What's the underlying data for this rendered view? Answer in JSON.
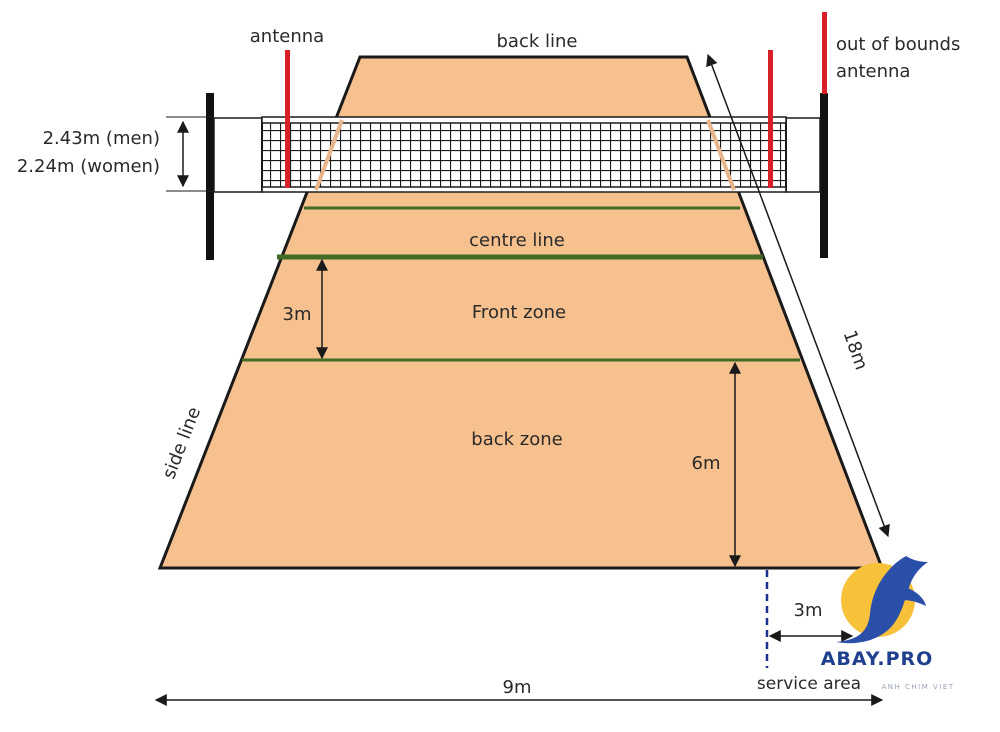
{
  "labels": {
    "antenna": "antenna",
    "back_line": "back line",
    "out_of_bounds_line1": "out of bounds",
    "out_of_bounds_line2": "antenna",
    "net_height_men": "2.43m (men)",
    "net_height_women": "2.24m (women)",
    "centre_line": "centre line",
    "front_zone": "Front zone",
    "front_zone_depth": "3m",
    "back_zone": "back zone",
    "back_zone_depth": "6m",
    "side_line": "side line",
    "court_length": "18m",
    "court_width": "9m",
    "service_area_width": "3m",
    "service_area": "service area"
  },
  "logo": {
    "name": "ABAY.PRO",
    "tagline": "ANH CHIM VIET"
  },
  "colors": {
    "court": "#f6c08f",
    "court_border": "#1a1a1a",
    "zone_lines": "#3f6b24",
    "antenna": "#d8202a",
    "net": "#1a1a1a",
    "service_dash": "#1f2f8f",
    "logo_sun": "#f7c13a",
    "logo_bird": "#2a4fa8"
  }
}
